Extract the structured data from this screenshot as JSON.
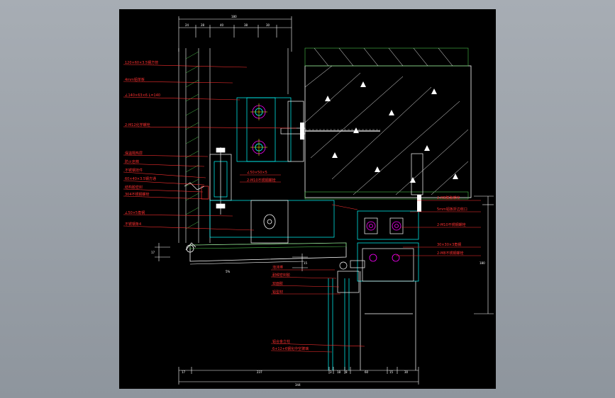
{
  "drawing": {
    "title": "Stone curtain wall cornice connection node (CAD detail)",
    "background_color": "#000000",
    "line_colors": {
      "structure": "#ffffff",
      "steel": "#00ffff",
      "glass": "#00ffff",
      "dimension": "#ffffff",
      "annotation": "#ff3030",
      "anchor": "#ff00ff"
    }
  },
  "labels_left": [
    "120×60×3.5钢方管",
    "4mm铝单板",
    "∠140×63×6 L=140",
    "2-M12化学螺栓",
    "保温隔热层",
    "防火岩棉",
    "不锈钢挂件",
    "60×40×3.5钢方通",
    "结构胶密封",
    "304不锈钢螺栓",
    "∠50×5角钢",
    "不锈钢条4"
  ],
  "labels_middle": [
    "∠50×50×5",
    "2-M10不锈钢螺栓"
  ],
  "labels_right": [
    "2-M8膨胀螺栓",
    "5mm铝板折边收口",
    "2-M10不锈钢螺栓",
    "30×30×3角钢",
    "2-M8不锈钢螺栓"
  ],
  "labels_bottom": [
    "泡沫棒",
    "耐候密封胶",
    "双面胶",
    "铝型材",
    "铝合金立柱",
    "6+12+6钢化中空玻璃"
  ],
  "dimension_text": {
    "top_total": "180",
    "top_parts": [
      "24",
      "28",
      "40",
      "38",
      "30"
    ],
    "bottom_parts": [
      "17",
      "237",
      "3",
      "18",
      "8",
      "60",
      "15",
      "30"
    ],
    "bottom_total": "344",
    "left_small": [
      "17",
      "15"
    ],
    "right_height": "180",
    "slope_label": "5%"
  }
}
